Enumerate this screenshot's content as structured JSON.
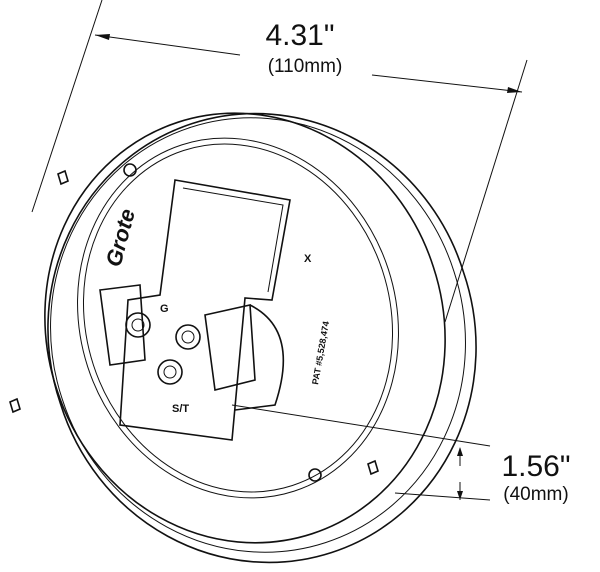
{
  "dimensions": {
    "diameter_in": "4.31\"",
    "diameter_mm": "(110mm)",
    "depth_in": "1.56\"",
    "depth_mm": "(40mm)"
  },
  "labels": {
    "ground": "G",
    "stop_tail": "S/T",
    "mark_x": "X",
    "patent": "PAT #5,528,474",
    "logo": "Grote"
  }
}
